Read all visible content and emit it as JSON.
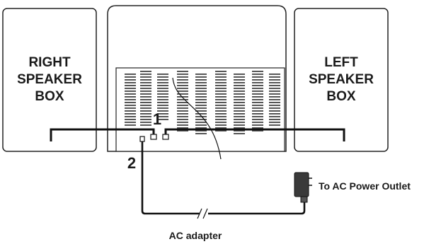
{
  "right_speaker": {
    "line1": "RIGHT",
    "line2": "SPEAKER",
    "line3": "BOX"
  },
  "left_speaker": {
    "line1": "LEFT",
    "line2": "SPEAKER",
    "line3": "BOX"
  },
  "step_1": "1",
  "step_2": "2",
  "outlet_label": "To AC Power Outlet",
  "adapter_label": "AC adapter"
}
